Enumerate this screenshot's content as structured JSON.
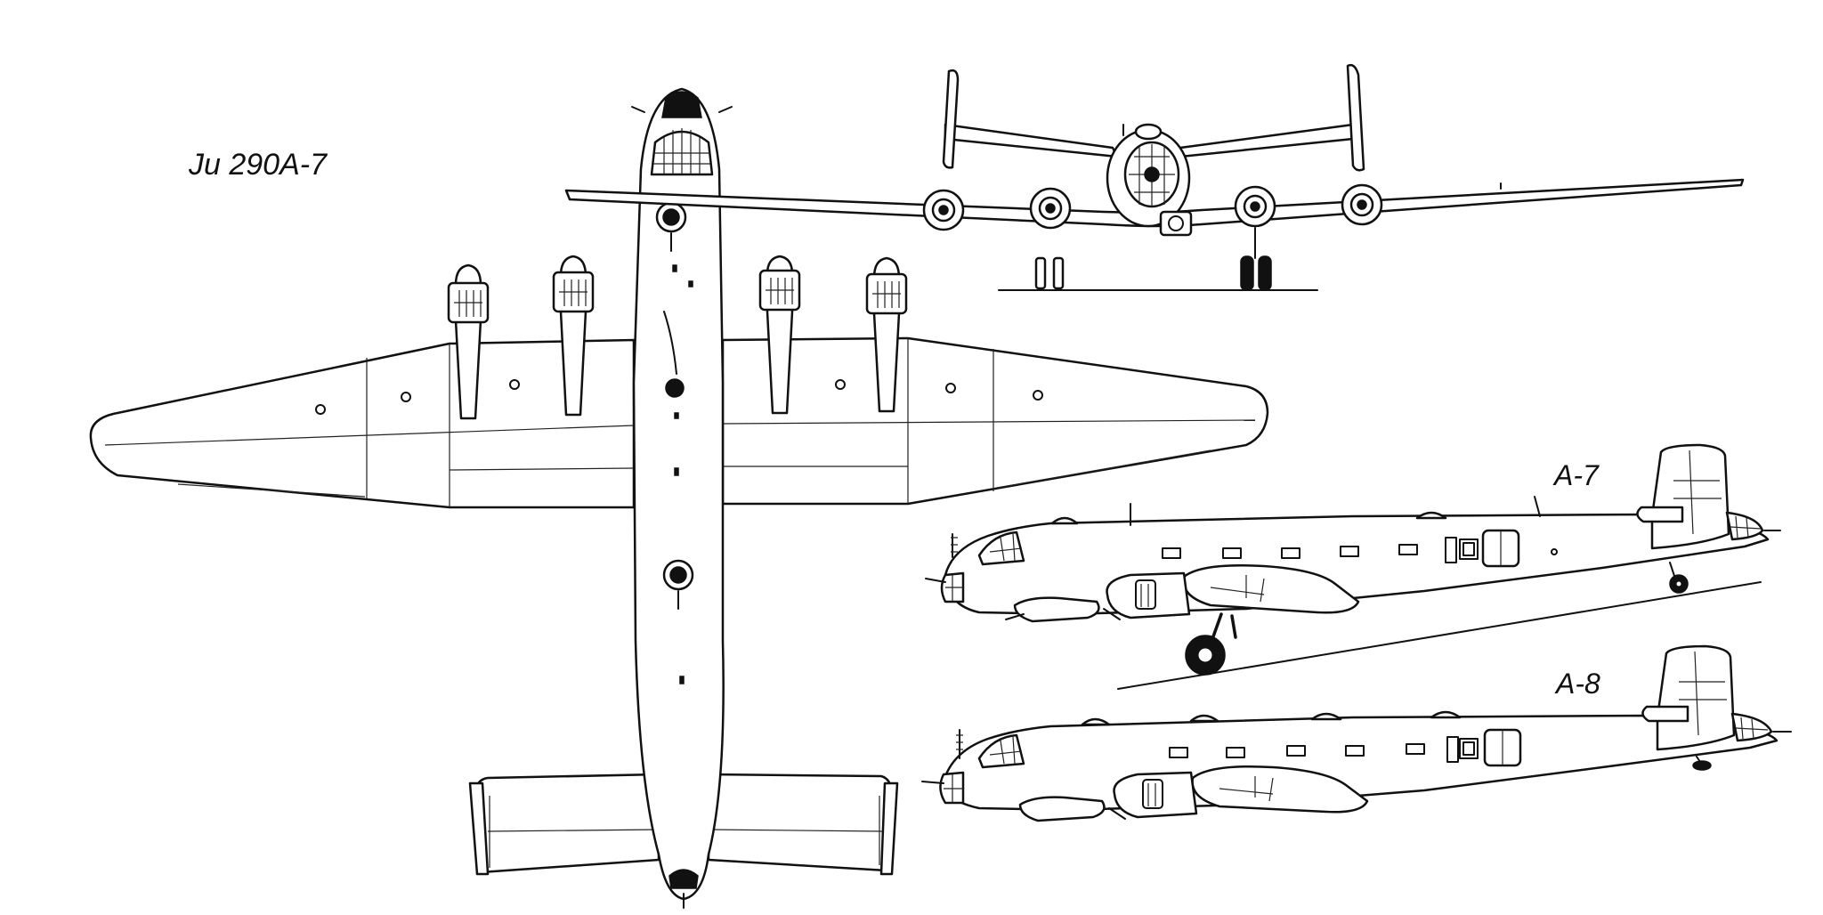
{
  "drawing": {
    "title": "Ju 290A-7",
    "variant_labels": [
      "A-7",
      "A-8"
    ],
    "views": [
      "top-view",
      "front-view",
      "side-view-a7",
      "side-view-a8"
    ]
  },
  "colors": {
    "ink": "#111111",
    "paper": "#ffffff"
  }
}
